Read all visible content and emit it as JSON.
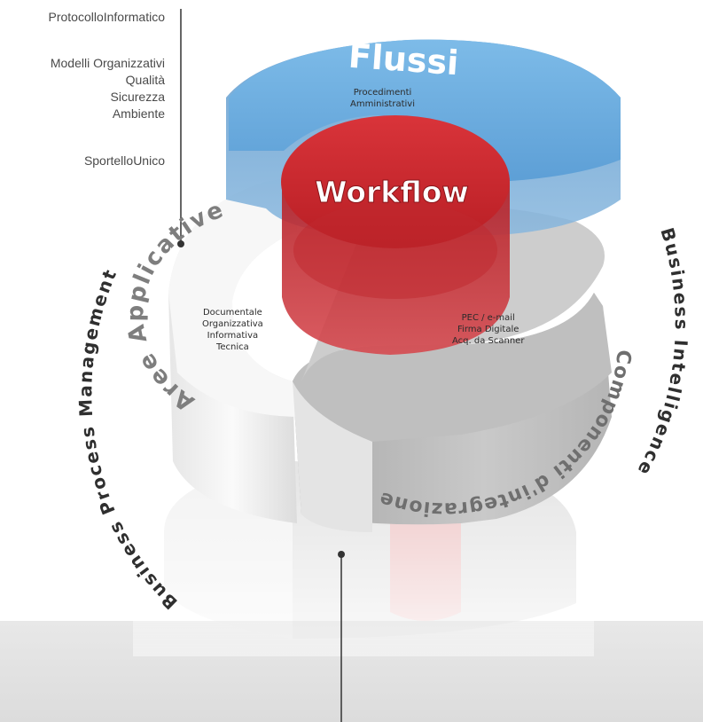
{
  "applications": [
    {
      "lines": [
        "ProtocolloInformatico"
      ]
    },
    {
      "lines": [
        "Modelli Organizzativi",
        "Qualità",
        "Sicurezza",
        "Ambiente"
      ]
    },
    {
      "lines": [
        "SportelloUnico"
      ]
    }
  ],
  "layers": {
    "flussi": {
      "title": "Flussi",
      "items": [
        "Procedimenti",
        "Amministrativi"
      ]
    },
    "workflow": {
      "title": "Workflow"
    },
    "aree_applicative": {
      "title": "Aree Applicative",
      "items": [
        "Documentale",
        "Organizzativa",
        "Informativa",
        "Tecnica"
      ]
    },
    "componenti": {
      "title": "Componenti d'integrazione",
      "items": [
        "PEC / e-mail",
        "Firma Digitale",
        "Acq. da Scanner"
      ]
    }
  },
  "outer_labels": {
    "left": "Business Process Management",
    "right": "Business Intelligence"
  },
  "colors": {
    "flussi_blue": "#6aa9dc",
    "workflow_red": "#c8252a",
    "white_ring": "#f4f4f4",
    "grey_ring": "#bdbdbd",
    "outer_text": "#2f2f2f",
    "ring_text": "#7a7a7a"
  }
}
